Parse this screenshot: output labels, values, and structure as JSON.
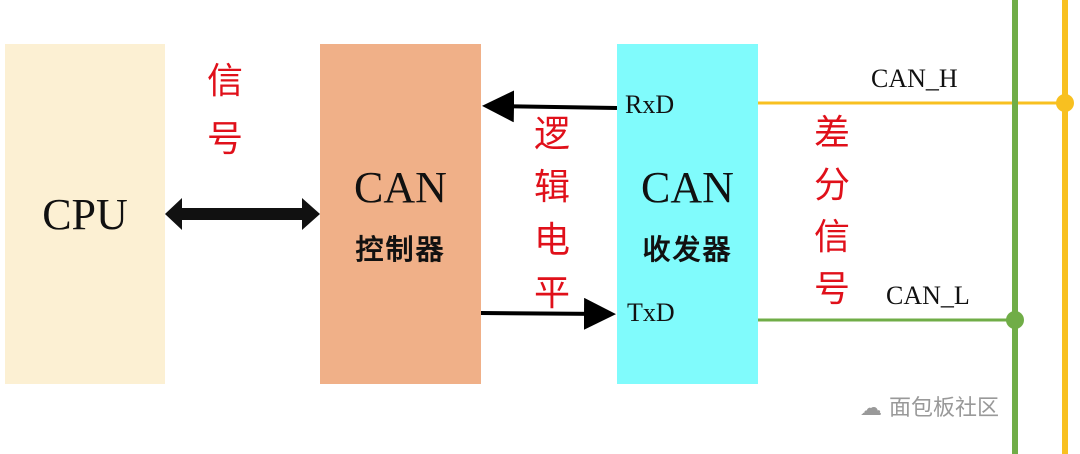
{
  "blocks": {
    "cpu": {
      "label": "CPU"
    },
    "controller": {
      "label": "CAN",
      "sublabel": "控制器"
    },
    "transceiver": {
      "label": "CAN",
      "sublabel": "收发器"
    }
  },
  "annotations": {
    "signal": [
      "信",
      "号"
    ],
    "logic_level": [
      "逻",
      "辑",
      "电",
      "平"
    ],
    "differential": [
      "差",
      "分",
      "信",
      "号"
    ]
  },
  "pins": {
    "rxd": "RxD",
    "txd": "TxD"
  },
  "bus": {
    "can_h": "CAN_H",
    "can_l": "CAN_L"
  },
  "watermark": "面包板社区",
  "colors": {
    "cpu": "#fcf0d3",
    "controller": "#f0b088",
    "transceiver": "#80fbfc",
    "can_h": "#f8c020",
    "can_l": "#70ad47",
    "annotation": "#e0101a"
  }
}
